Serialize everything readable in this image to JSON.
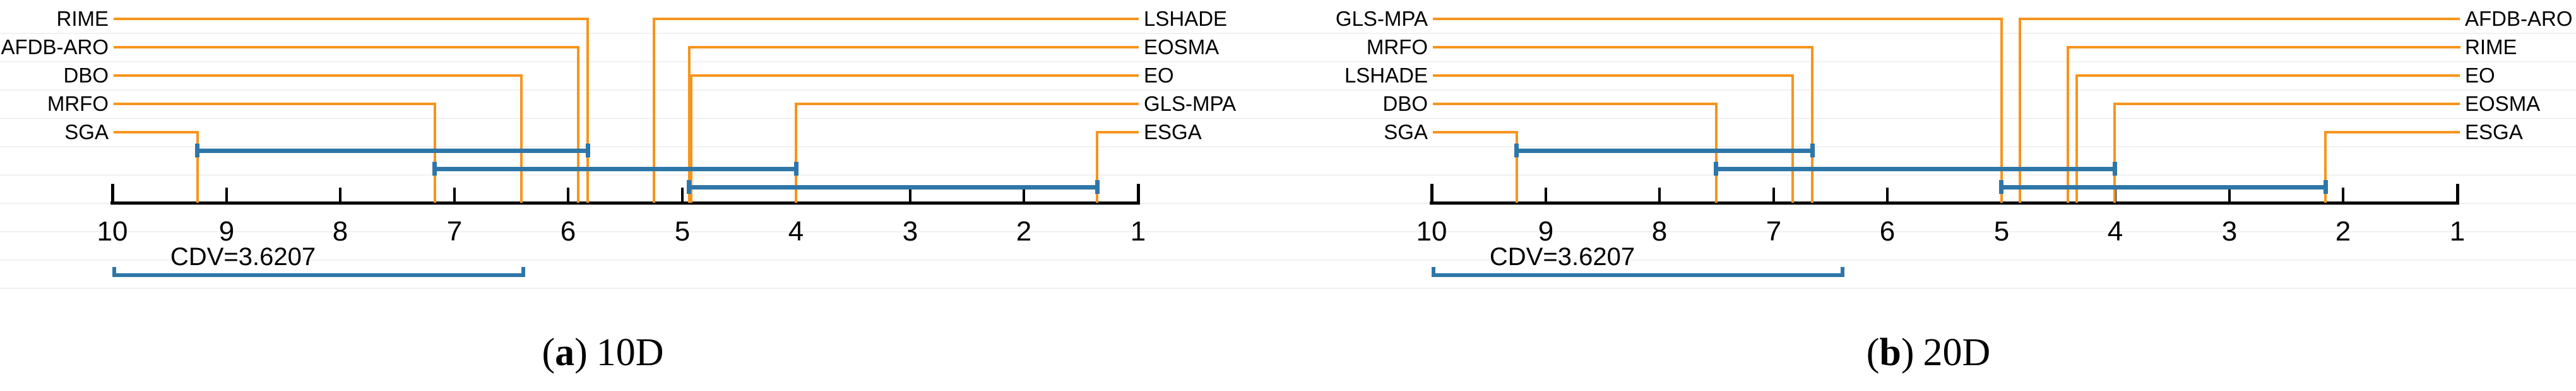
{
  "figure": {
    "colors": {
      "rank_line_orange": "#F7941D",
      "clique_bar_blue": "#2E76A8",
      "axis_black": "#000000",
      "gridline_gray": "#f1f1f1",
      "text_black": "#000000"
    },
    "chart_data": [
      {
        "type": "cd-diagram",
        "title": "",
        "caption": {
          "open": "(",
          "marker": "a",
          "close": ")",
          "label": "10D"
        },
        "axis": {
          "min": 1,
          "max": 10,
          "direction": "reversed",
          "ticks": [
            10,
            9,
            8,
            7,
            6,
            5,
            4,
            3,
            2,
            1
          ]
        },
        "cdv": {
          "label": "CDV=3.6207",
          "value": 3.6207
        },
        "left_algorithms": [
          {
            "name": "RIME",
            "rank": 5.83
          },
          {
            "name": "AFDB-ARO",
            "rank": 5.91
          },
          {
            "name": "DBO",
            "rank": 6.41
          },
          {
            "name": "MRFO",
            "rank": 7.17
          },
          {
            "name": "SGA",
            "rank": 9.25
          }
        ],
        "right_algorithms": [
          {
            "name": "LSHADE",
            "rank": 5.25
          },
          {
            "name": "EOSMA",
            "rank": 4.94
          },
          {
            "name": "EO",
            "rank": 4.92
          },
          {
            "name": "GLS-MPA",
            "rank": 4.0
          },
          {
            "name": "ESGA",
            "rank": 1.36
          }
        ],
        "cliques": [
          {
            "from": 9.25,
            "to": 5.83
          },
          {
            "from": 7.17,
            "to": 4.0
          },
          {
            "from": 4.94,
            "to": 1.36
          }
        ]
      },
      {
        "type": "cd-diagram",
        "title": "",
        "caption": {
          "open": "(",
          "marker": "b",
          "close": ")",
          "label": "20D"
        },
        "axis": {
          "min": 1,
          "max": 10,
          "direction": "reversed",
          "ticks": [
            10,
            9,
            8,
            7,
            6,
            5,
            4,
            3,
            2,
            1
          ]
        },
        "cdv": {
          "label": "CDV=3.6207",
          "value": 3.6207
        },
        "left_algorithms": [
          {
            "name": "GLS-MPA",
            "rank": 5.0
          },
          {
            "name": "MRFO",
            "rank": 6.66
          },
          {
            "name": "LSHADE",
            "rank": 6.83
          },
          {
            "name": "DBO",
            "rank": 7.5
          },
          {
            "name": "SGA",
            "rank": 9.25
          }
        ],
        "right_algorithms": [
          {
            "name": "AFDB-ARO",
            "rank": 4.84
          },
          {
            "name": "RIME",
            "rank": 4.42
          },
          {
            "name": "EO",
            "rank": 4.34
          },
          {
            "name": "EOSMA",
            "rank": 4.01
          },
          {
            "name": "ESGA",
            "rank": 2.16
          }
        ],
        "cliques": [
          {
            "from": 9.25,
            "to": 6.66
          },
          {
            "from": 7.5,
            "to": 4.01
          },
          {
            "from": 5.0,
            "to": 2.16
          }
        ]
      }
    ]
  }
}
